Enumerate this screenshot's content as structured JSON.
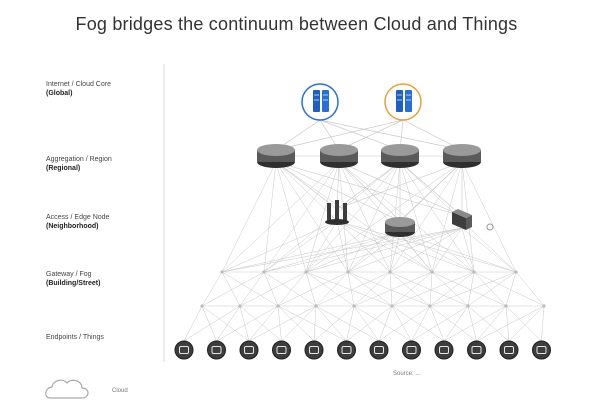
{
  "title": "Fog bridges the continuum between Cloud and Things",
  "tiers": [
    {
      "label": "Internet / Cloud Core",
      "sub": "(Global)"
    },
    {
      "label": "Aggregation / Region",
      "sub": "(Regional)"
    },
    {
      "label": "Access / Edge Node",
      "sub": "(Neighborhood)"
    },
    {
      "label": "Gateway / Fog",
      "sub": "(Building/Street)"
    },
    {
      "label": "Endpoints / Things",
      "sub": ""
    }
  ],
  "footnote": "Source: ...",
  "cloud_caption": "Cloud",
  "colors": {
    "title": "#333333",
    "mesh_line": "#c8c8c8",
    "divider": "#d9d9d9",
    "device_dark": "#3d3d3d",
    "router_light": "#9a9a9a",
    "router_dark": "#2f2f2f",
    "dc_ring_blue": "#2a6fd6",
    "dc_ring_orange": "#e3a23a",
    "dc_server": "#1f5fbf"
  },
  "icons": {
    "cloud_datacenters": [
      "datacenter-icon",
      "datacenter-icon"
    ],
    "aggregation_routers": [
      "router-icon",
      "router-icon",
      "router-icon",
      "router-icon"
    ],
    "edge_nodes": [
      "edge-server-icon",
      "switch-icon",
      "access-point-icon"
    ],
    "endpoints": [
      "car-icon",
      "printer-icon",
      "meter-icon",
      "camera-icon",
      "phone-icon",
      "sensor-icon",
      "factory-icon",
      "vehicle-icon",
      "building-icon",
      "ambulance-icon",
      "tablet-icon",
      "crane-icon"
    ]
  }
}
